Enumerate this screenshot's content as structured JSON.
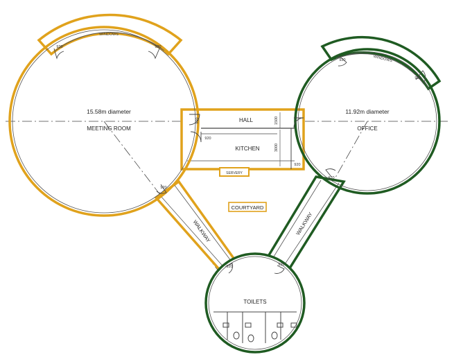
{
  "rooms": {
    "meeting_room": {
      "label": "MEETING  ROOM",
      "diameter": "15.58m diameter"
    },
    "office": {
      "label": "OFFICE",
      "diameter": "11.92m diameter"
    },
    "hall": {
      "label": "HALL"
    },
    "kitchen": {
      "label": "KITCHEN"
    },
    "servery": {
      "label": "SERVERY"
    },
    "courtyard": {
      "label": "COURTYARD"
    },
    "toilets": {
      "label": "TOILETS"
    },
    "walkway_left": {
      "label": "WALKWAY"
    },
    "walkway_right": {
      "label": "WALKWAY"
    }
  },
  "windows_label": "WINDOWS",
  "dimensions": {
    "door_width": "920",
    "hall_width": "1500",
    "kitchen_width": "3000"
  },
  "colors": {
    "amber_wall": "#e0a21c",
    "green_wall": "#1f5b22",
    "line": "#333333"
  }
}
